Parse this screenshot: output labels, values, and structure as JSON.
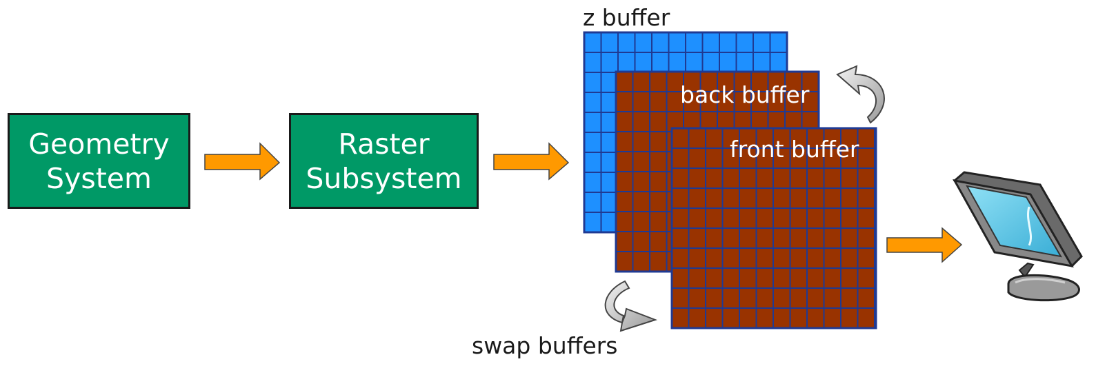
{
  "geometry_box": {
    "line1": "Geometry",
    "line2": "System"
  },
  "raster_box": {
    "line1": "Raster",
    "line2": "Subsystem"
  },
  "buffers": {
    "z": "z buffer",
    "back": "back buffer",
    "front": "front buffer"
  },
  "swap_label": "swap buffers",
  "colors": {
    "box_fill": "#009966",
    "arrow_fill": "#ff9900",
    "z_buffer_fill": "#1e90ff",
    "color_buffer_fill": "#993300",
    "buffer_border": "#1f3a93",
    "screen_fill": "#5bc8e8"
  },
  "icons": [
    "right-arrow-icon",
    "curved-arrow-icon",
    "monitor-icon"
  ]
}
